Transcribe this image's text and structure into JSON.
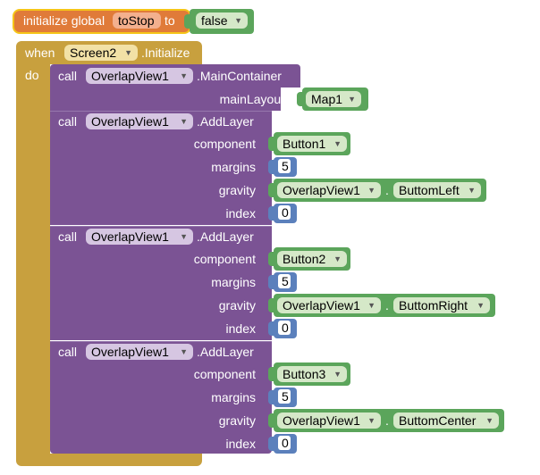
{
  "global_block": {
    "prefix": "initialize global",
    "var_name": "toStop",
    "to": "to",
    "value": "false"
  },
  "event": {
    "when": "when",
    "component": "Screen2",
    "event": ".Initialize",
    "do": "do"
  },
  "main_call": {
    "call": "call",
    "component": "OverlapView1",
    "method": ".MainContainer",
    "param": "mainLayout",
    "value": "Map1"
  },
  "add_layer_calls": [
    {
      "call": "call",
      "component": "OverlapView1",
      "method": ".AddLayer",
      "component_label": "component",
      "component_value": "Button1",
      "margins_label": "margins",
      "margins_value": "5",
      "gravity_label": "gravity",
      "gravity_component": "OverlapView1",
      "dot": ".",
      "gravity_value": "ButtomLeft",
      "index_label": "index",
      "index_value": "0"
    },
    {
      "call": "call",
      "component": "OverlapView1",
      "method": ".AddLayer",
      "component_label": "component",
      "component_value": "Button2",
      "margins_label": "margins",
      "margins_value": "5",
      "gravity_label": "gravity",
      "gravity_component": "OverlapView1",
      "dot": ".",
      "gravity_value": "ButtomRight",
      "index_label": "index",
      "index_value": "0"
    },
    {
      "call": "call",
      "component": "OverlapView1",
      "method": ".AddLayer",
      "component_label": "component",
      "component_value": "Button3",
      "margins_label": "margins",
      "margins_value": "5",
      "gravity_label": "gravity",
      "gravity_component": "OverlapView1",
      "dot": ".",
      "gravity_value": "ButtomCenter",
      "index_label": "index",
      "index_value": "0"
    }
  ],
  "colors": {
    "global_orange": "#e07b39",
    "event_gold": "#c8a03e",
    "call_purple": "#7b5394",
    "component_green": "#5ba55b",
    "number_blue": "#5b80bc",
    "highlight_yellow": "#f5c518"
  }
}
